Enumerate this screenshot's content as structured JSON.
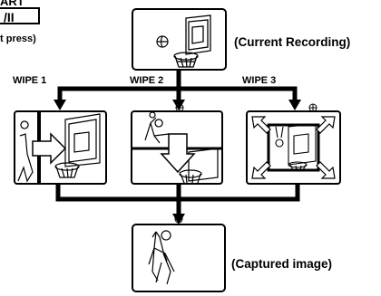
{
  "header": {
    "art_label": "ART",
    "button_label": "/II",
    "press_note": "t press)"
  },
  "frames": {
    "top_label": "(Current Recording)",
    "bottom_label": "(Captured image)"
  },
  "wipes": [
    {
      "label": "WIPE 1"
    },
    {
      "label": "WIPE 2"
    },
    {
      "label": "WIPE 3"
    }
  ]
}
